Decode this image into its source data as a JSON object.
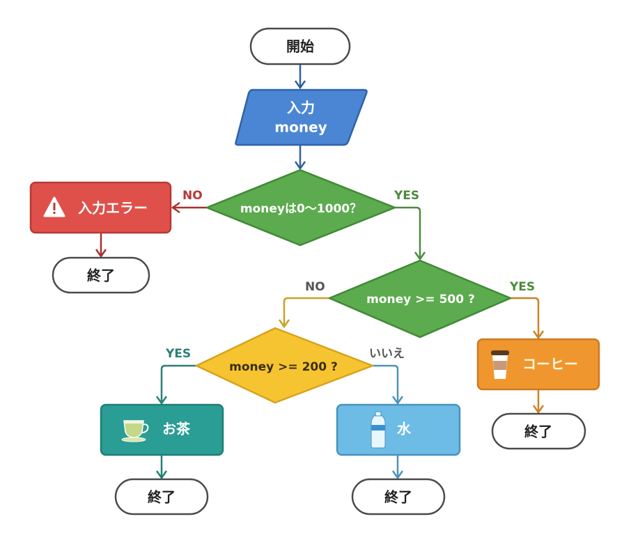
{
  "colors": {
    "start_flow": "#2f5f9a",
    "input_fill": "#4a86d4",
    "input_stroke": "#2f63a8",
    "decision_green_fill": "#5cab4e",
    "decision_green_stroke": "#3f8a36",
    "decision_yellow_fill": "#f6c431",
    "decision_yellow_stroke": "#d7a21e",
    "error_fill": "#e0504a",
    "error_stroke": "#b63a36",
    "error_arrow": "#a8302c",
    "yes_green": "#4c8a3e",
    "orange_flow": "#c98224",
    "coffee_fill": "#f0962e",
    "coffee_stroke": "#cc7a22",
    "tea_fill": "#2a9d94",
    "tea_stroke": "#1f7f77",
    "water_fill": "#6cbce6",
    "water_stroke": "#4a93bd",
    "terminator_stroke": "#4a4a4a"
  },
  "nodes": {
    "start": {
      "label": "開始"
    },
    "input": {
      "line1": "入力",
      "line2": "money"
    },
    "decision_range": {
      "label": "moneyは0〜1000？"
    },
    "error": {
      "label": "入力エラー",
      "icon": "warning-icon"
    },
    "end_error": {
      "label": "終了"
    },
    "decision_500": {
      "label": "money >= 500 ?"
    },
    "coffee": {
      "label": "コーヒー",
      "icon": "coffee-cup-icon"
    },
    "end_coffee": {
      "label": "終了"
    },
    "decision_200": {
      "label": "money >= 200 ?"
    },
    "tea": {
      "label": "お茶",
      "icon": "teacup-icon"
    },
    "end_tea": {
      "label": "終了"
    },
    "water": {
      "label": "水",
      "icon": "water-bottle-icon"
    },
    "end_water": {
      "label": "終了"
    }
  },
  "edges": {
    "range_no": "NO",
    "range_yes": "YES",
    "d500_no": "NO",
    "d500_yes": "YES",
    "d200_yes": "YES",
    "d200_no": "いいえ"
  }
}
